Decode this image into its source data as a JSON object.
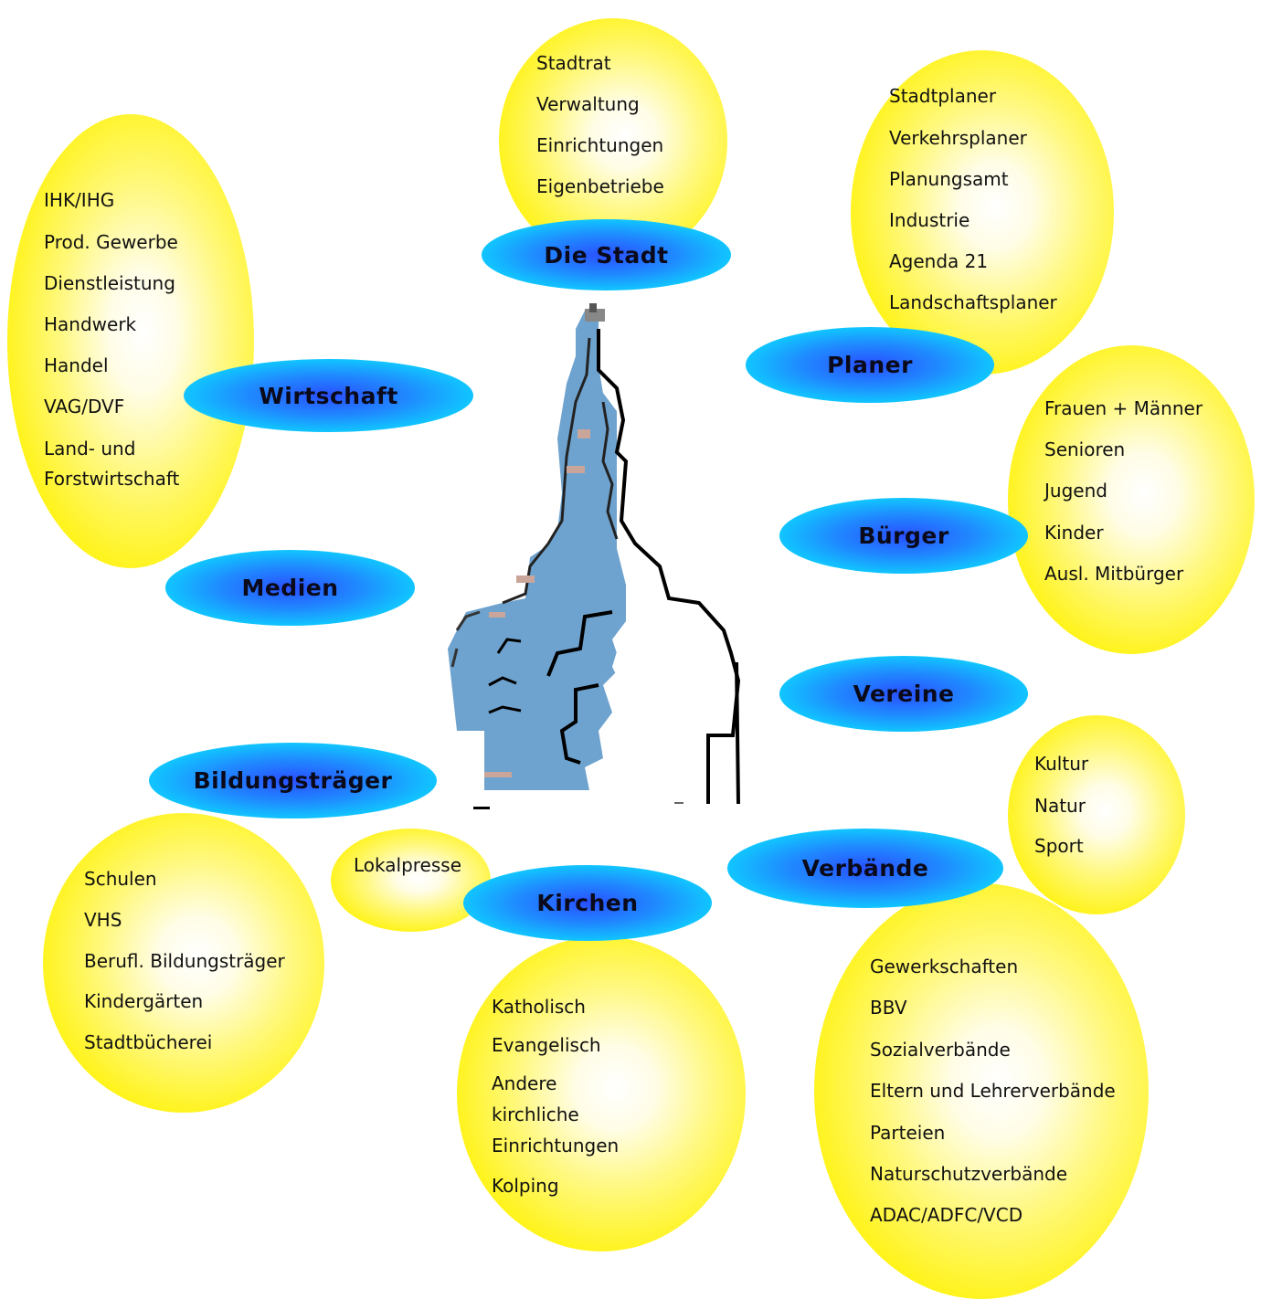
{
  "clusters": {
    "die_stadt": {
      "title": "Die Stadt",
      "items": [
        "Stadtrat",
        "Verwaltung",
        "Einrichtungen",
        "Eigenbetriebe"
      ]
    },
    "planer": {
      "title": "Planer",
      "items": [
        "Stadtplaner",
        "Verkehrsplaner",
        "Planungsamt",
        "Industrie",
        "Agenda 21",
        "Landschaftsplaner"
      ]
    },
    "wirtschaft": {
      "title": "Wirtschaft",
      "items": [
        "IHK/IHG",
        "Prod. Gewerbe",
        "Dienstleistung",
        "Handwerk",
        "Handel",
        "VAG/DVF",
        "Land- und",
        "Forstwirtschaft"
      ]
    },
    "medien": {
      "title": "Medien",
      "items": [
        "Lokalpresse"
      ]
    },
    "buerger": {
      "title": "Bürger",
      "items": [
        "Frauen + Männer",
        "Senioren",
        "Jugend",
        "Kinder",
        "Ausl. Mitbürger"
      ]
    },
    "vereine": {
      "title": "Vereine",
      "items": [
        "Kultur",
        "Natur",
        "Sport"
      ]
    },
    "bildungstraeger": {
      "title": "Bildungsträger",
      "items": [
        "Schulen",
        "VHS",
        "Berufl. Bildungsträger",
        "Kindergärten",
        "Stadtbücherei"
      ]
    },
    "kirchen": {
      "title": "Kirchen",
      "items": [
        "Katholisch",
        "Evangelisch",
        "Andere",
        "kirchliche",
        "Einrichtungen",
        "Kolping"
      ]
    },
    "verbaende": {
      "title": "Verbände",
      "items": [
        "Gewerkschaften",
        "BBV",
        "Sozialverbände",
        "Eltern und Lehrerverbände",
        "Parteien",
        "Naturschutzverbände",
        "ADAC/ADFC/VCD"
      ]
    }
  },
  "colors": {
    "yellow": "#fff200",
    "blue": "#10c8ff",
    "deep_blue": "#2a4fff",
    "church_blue": "#6fa3cf",
    "outline": "#000000"
  }
}
